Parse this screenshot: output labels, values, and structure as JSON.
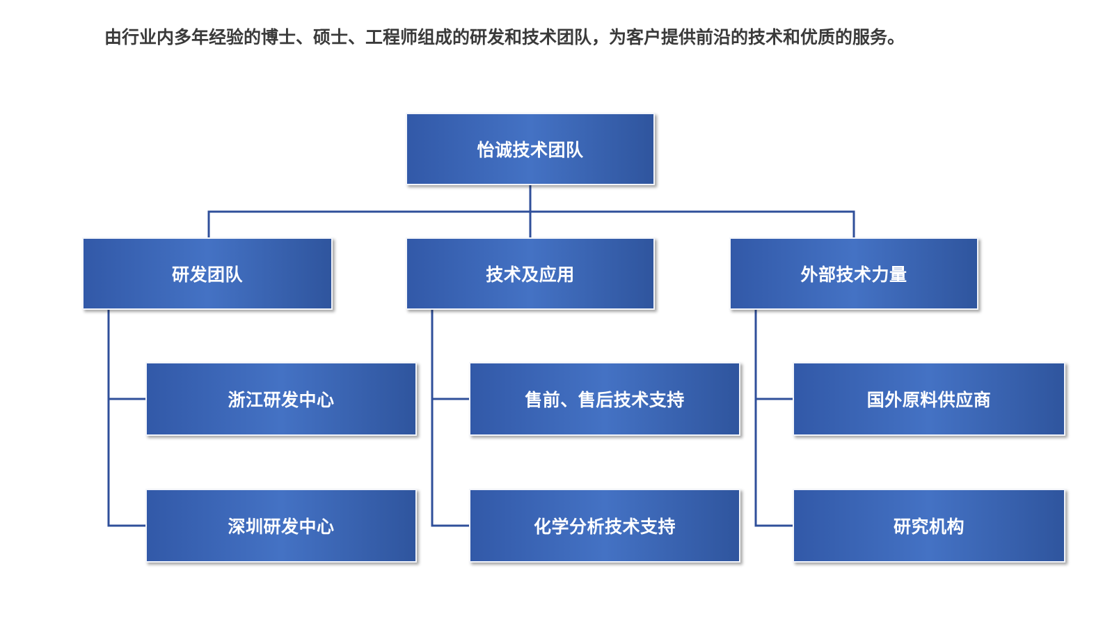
{
  "intro": {
    "text": "由行业内多年经验的博士、硕士、工程师组成的研发和技术团队，为客户提供前沿的技术和优质的服务。"
  },
  "org": {
    "root": {
      "label": "怡诚技术团队"
    },
    "branches": [
      {
        "label": "研发团队",
        "children": [
          {
            "label": "浙江研发中心"
          },
          {
            "label": "深圳研发中心"
          }
        ]
      },
      {
        "label": "技术及应用",
        "children": [
          {
            "label": "售前、售后技术支持"
          },
          {
            "label": "化学分析技术支持"
          }
        ]
      },
      {
        "label": "外部技术力量",
        "children": [
          {
            "label": "国外原料供应商"
          },
          {
            "label": "研究机构"
          }
        ]
      }
    ]
  },
  "colors": {
    "box_fill_dark": "#3259a8",
    "box_fill_light": "#4472c4",
    "connector": "#2f4f9a",
    "text_on_box": "#ffffff",
    "intro_text": "#3a3a3a"
  }
}
